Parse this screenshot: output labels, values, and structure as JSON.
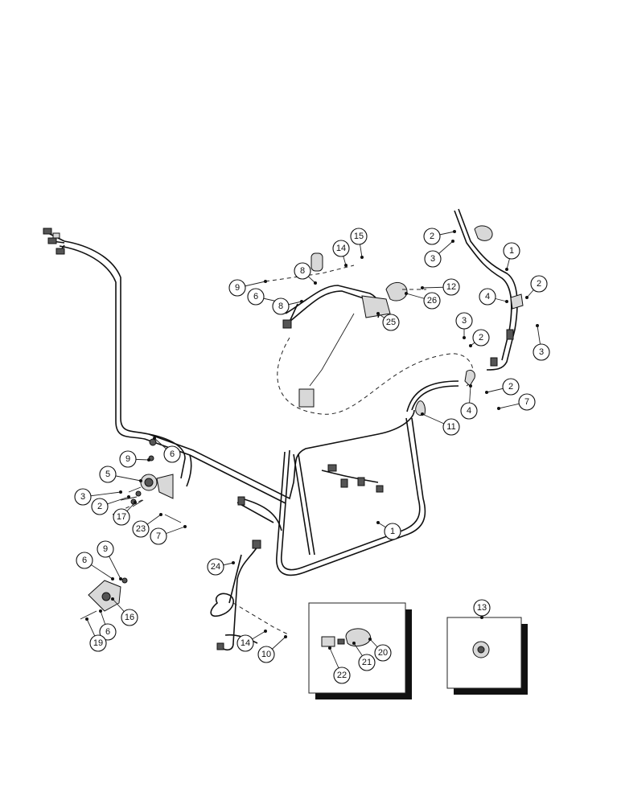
{
  "callouts": [
    {
      "id": "c1a",
      "label": "1"
    },
    {
      "id": "c1b",
      "label": "1"
    },
    {
      "id": "c2a",
      "label": "2"
    },
    {
      "id": "c2b",
      "label": "2"
    },
    {
      "id": "c2c",
      "label": "2"
    },
    {
      "id": "c2d",
      "label": "2"
    },
    {
      "id": "c2e",
      "label": "2"
    },
    {
      "id": "c3a",
      "label": "3"
    },
    {
      "id": "c3b",
      "label": "3"
    },
    {
      "id": "c3c",
      "label": "3"
    },
    {
      "id": "c3d",
      "label": "3"
    },
    {
      "id": "c4a",
      "label": "4"
    },
    {
      "id": "c4b",
      "label": "4"
    },
    {
      "id": "c5",
      "label": "5"
    },
    {
      "id": "c6a",
      "label": "6"
    },
    {
      "id": "c6b",
      "label": "6"
    },
    {
      "id": "c6c",
      "label": "6"
    },
    {
      "id": "c6d",
      "label": "6"
    },
    {
      "id": "c7a",
      "label": "7"
    },
    {
      "id": "c7b",
      "label": "7"
    },
    {
      "id": "c8a",
      "label": "8"
    },
    {
      "id": "c8b",
      "label": "8"
    },
    {
      "id": "c9a",
      "label": "9"
    },
    {
      "id": "c9b",
      "label": "9"
    },
    {
      "id": "c9c",
      "label": "9"
    },
    {
      "id": "c10",
      "label": "10"
    },
    {
      "id": "c11",
      "label": "11"
    },
    {
      "id": "c12",
      "label": "12"
    },
    {
      "id": "c13",
      "label": "13"
    },
    {
      "id": "c14a",
      "label": "14"
    },
    {
      "id": "c14b",
      "label": "14"
    },
    {
      "id": "c15",
      "label": "15"
    },
    {
      "id": "c16",
      "label": "16"
    },
    {
      "id": "c17",
      "label": "17"
    },
    {
      "id": "c19",
      "label": "19"
    },
    {
      "id": "c20",
      "label": "20"
    },
    {
      "id": "c21",
      "label": "21"
    },
    {
      "id": "c22",
      "label": "22"
    },
    {
      "id": "c23",
      "label": "23"
    },
    {
      "id": "c24",
      "label": "24"
    },
    {
      "id": "c25",
      "label": "25"
    },
    {
      "id": "c26",
      "label": "26"
    }
  ]
}
